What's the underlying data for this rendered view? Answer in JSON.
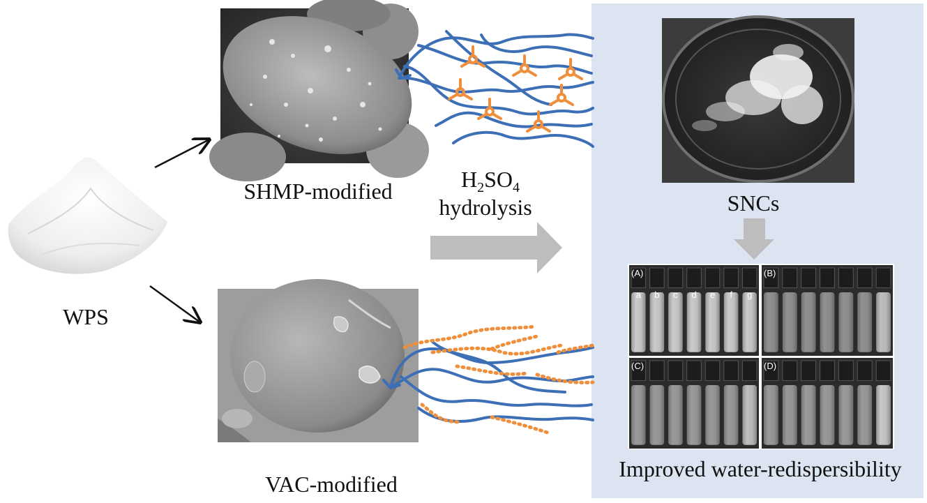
{
  "labels": {
    "wps": "WPS",
    "shmp": "SHMP-modified",
    "vac": "VAC-modified",
    "acid_h": "H",
    "acid_sub2": "2",
    "acid_so": "SO",
    "acid_sub4": "4",
    "hydrolysis": "hydrolysis",
    "sncs": "SNCs",
    "improved": "Improved water-redispersibility"
  },
  "vial_panels": [
    {
      "tag": "(A)",
      "vials": [
        "a",
        "b",
        "c",
        "d",
        "e",
        "f",
        "g"
      ]
    },
    {
      "tag": "(B)",
      "vials": []
    },
    {
      "tag": "(C)",
      "vials": []
    },
    {
      "tag": "(D)",
      "vials": []
    }
  ],
  "colors": {
    "starch_chain": "#3c6fb5",
    "modifier": "#ef8f3c",
    "panel_bg": "#dbe4f0",
    "arrow_gray": "#bdbdbd"
  },
  "icons": {
    "powder": "powder-pile-icon",
    "sem_shmp": "sem-granule-shmp-image",
    "sem_vac": "sem-granule-vac-image",
    "dish": "petri-dish-image"
  }
}
